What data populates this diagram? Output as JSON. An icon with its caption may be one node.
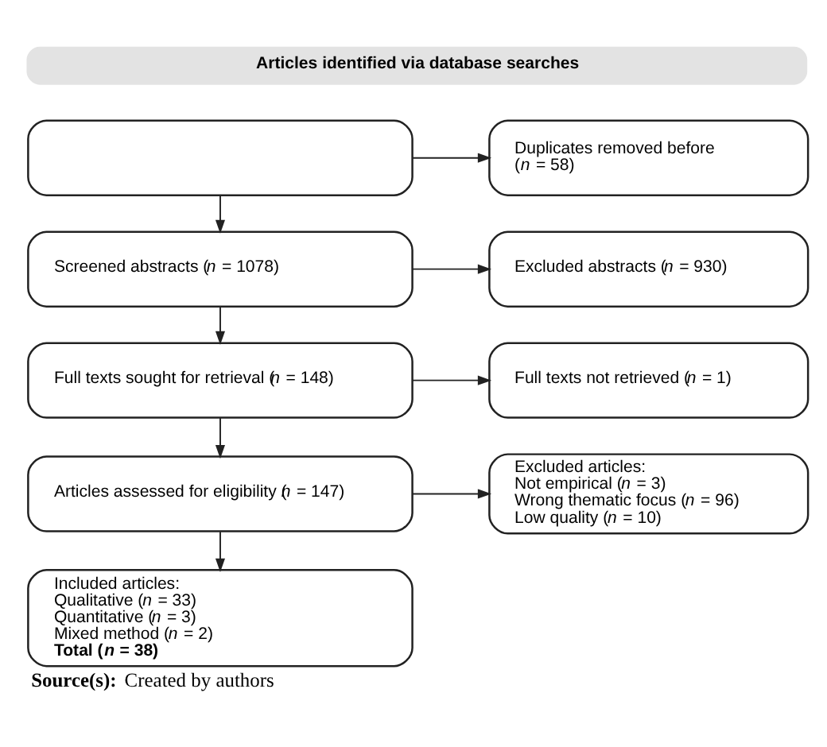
{
  "diagram": {
    "caption": "**Source(s):** Created by authors",
    "nodes": [
      {
        "text": [
          "Articles identified via database searches"
        ]
      },
      {
        "text": [],
        "shape": "box"
      },
      {
        "text": [
          "Duplicates removed before (*n* = 58)"
        ]
      },
      {
        "text": [
          "Screened abstracts (*n* = 1078)"
        ]
      },
      {
        "text": [
          "Excluded abstracts (*n* = 930)"
        ]
      },
      {
        "text": [
          "Full texts sought for retrieval (*n* = 148)"
        ]
      },
      {
        "text": [
          "Full texts not retrieved (*n* = 1)"
        ]
      },
      {
        "text": [
          "Articles assessed for eligibility (*n* = 147)"
        ]
      },
      {
        "text": [
          "Excluded articles:",
          "Not empirical (*n* = 3)",
          "Wrong thematic focus (*n* = 96)",
          "Low quality (*n* = 10)"
        ]
      },
      {
        "text": [
          "Included articles:",
          "Qualitative (*n* = 33)",
          "Quantitative (*n* = 3)",
          "Mixed method (*n* = 2)",
          "Total (*n* = 38)"
        ]
      }
    ],
    "edges": [
      {
        "from": 1,
        "to": 2,
        "arrow": "to"
      },
      {
        "from": 1,
        "to": 3,
        "arrow": "to"
      },
      {
        "from": 3,
        "to": 4,
        "arrow": "to"
      },
      {
        "from": 3,
        "to": 5,
        "arrow": "to"
      },
      {
        "from": 5,
        "to": 6,
        "arrow": "to"
      },
      {
        "from": 5,
        "to": 7,
        "arrow": "to"
      },
      {
        "from": 7,
        "to": 8,
        "arrow": "to"
      },
      {
        "from": 7,
        "to": 9,
        "arrow": "to"
      }
    ]
  }
}
